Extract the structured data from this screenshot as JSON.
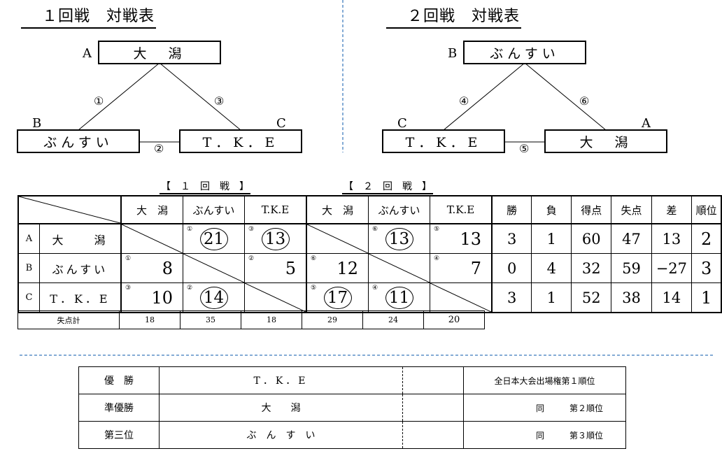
{
  "round1": {
    "title": "１回戦　対戦表",
    "top": {
      "letter": "A",
      "name": "大　潟"
    },
    "left": {
      "letter": "B",
      "name": "ぶんすい"
    },
    "right": {
      "letter": "C",
      "name": "T．K．E"
    },
    "m1": "①",
    "m2": "②",
    "m3": "③"
  },
  "round2": {
    "title": "２回戦　対戦表",
    "top": {
      "letter": "B",
      "name": "ぶんすい"
    },
    "left": {
      "letter": "C",
      "name": "T．K．E"
    },
    "right": {
      "letter": "A",
      "name": "大　潟"
    },
    "m4": "④",
    "m5": "⑤",
    "m6": "⑥"
  },
  "table": {
    "section1": "【　１　回　戦　】",
    "section2": "【　２　回　戦　】",
    "cols": [
      "大　潟",
      "ぶんすい",
      "T.K.E",
      "大　潟",
      "ぶんすい",
      "T.K.E"
    ],
    "stat_cols": [
      "勝",
      "負",
      "得点",
      "失点",
      "差",
      "順位"
    ],
    "rows": [
      {
        "letter": "A",
        "name": "大　　潟",
        "cells": [
          null,
          {
            "mark": "①",
            "score": "21",
            "circle": true
          },
          {
            "mark": "③",
            "score": "13",
            "circle": true
          },
          null,
          {
            "mark": "⑥",
            "score": "13",
            "circle": true
          },
          {
            "mark": "⑤",
            "score": "13",
            "circle": false
          }
        ],
        "stats": [
          "3",
          "1",
          "60",
          "47",
          "13",
          "2"
        ]
      },
      {
        "letter": "B",
        "name": "ぶんすい",
        "cells": [
          {
            "mark": "①",
            "score": "8",
            "circle": false
          },
          null,
          {
            "mark": "②",
            "score": "5",
            "circle": false
          },
          {
            "mark": "⑥",
            "score": "12",
            "circle": false
          },
          null,
          {
            "mark": "④",
            "score": "7",
            "circle": false
          }
        ],
        "stats": [
          "0",
          "4",
          "32",
          "59",
          "−27",
          "3"
        ]
      },
      {
        "letter": "C",
        "name": "T．K．E",
        "cells": [
          {
            "mark": "③",
            "score": "10",
            "circle": false
          },
          {
            "mark": "②",
            "score": "14",
            "circle": true
          },
          null,
          {
            "mark": "⑤",
            "score": "17",
            "circle": true
          },
          {
            "mark": "④",
            "score": "11",
            "circle": true
          },
          null
        ],
        "stats": [
          "3",
          "1",
          "52",
          "38",
          "14",
          "1"
        ]
      }
    ],
    "footer_label": "失点計",
    "footer_values": [
      "18",
      "35",
      "18",
      "29",
      "24",
      "20"
    ]
  },
  "results": [
    {
      "place": "優　勝",
      "team": "T．K．E",
      "note": "全日本大会出場権第１順位"
    },
    {
      "place": "準優勝",
      "team": "大　　潟",
      "note": "同　　　第２順位"
    },
    {
      "place": "第三位",
      "team": "ぶ　ん　す　い",
      "note": "同　　　第３順位"
    }
  ],
  "colors": {
    "divider": "#5b8fc7"
  }
}
